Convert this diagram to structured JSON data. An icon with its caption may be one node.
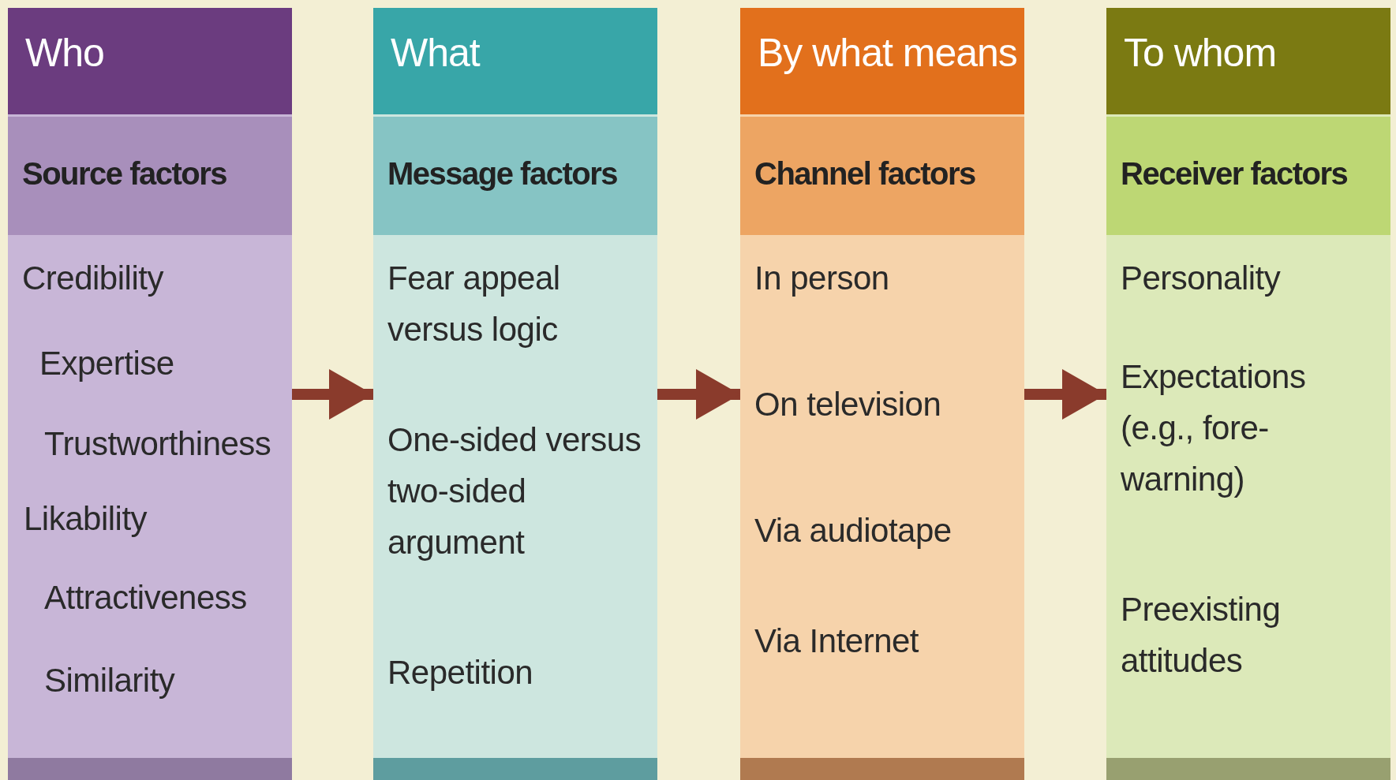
{
  "diagram": {
    "nodes": [
      {
        "text": [
          "Who",
          "Source factors",
          "Credibility",
          "Expertise",
          "Trustworthiness",
          "Likability",
          "Attractiveness",
          "Similarity"
        ]
      },
      {
        "text": [
          "What",
          "Message factors",
          "Fear appeal versus logic",
          "One-sided versus two-sided argument",
          "Repetition"
        ]
      },
      {
        "text": [
          "By what means",
          "Channel factors",
          "In person",
          "On television",
          "Via audiotape",
          "Via Internet"
        ]
      },
      {
        "text": [
          "To whom",
          "Receiver factors",
          "Personality",
          "Expectations (e.g., fore-warning)",
          "Preexisting attitudes"
        ]
      }
    ],
    "edges": [
      {
        "from": 0,
        "to": 1,
        "arrow": "to"
      },
      {
        "from": 1,
        "to": 2,
        "arrow": "to"
      },
      {
        "from": 2,
        "to": 3,
        "arrow": "to"
      }
    ]
  }
}
